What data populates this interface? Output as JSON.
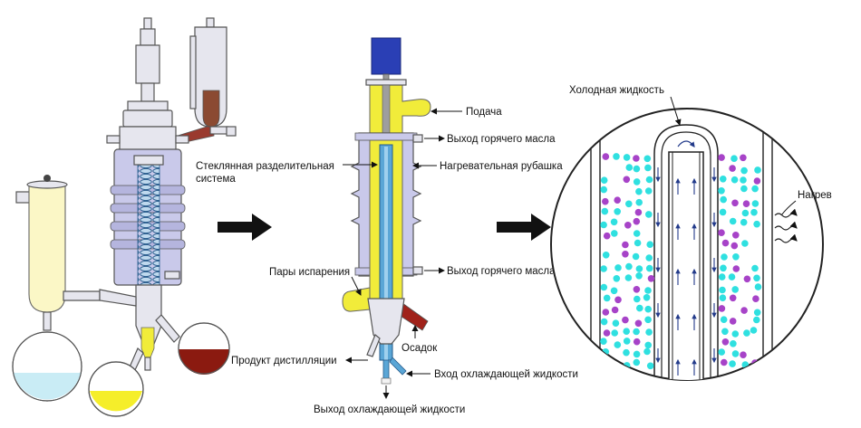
{
  "labels": {
    "feed": "Подача",
    "hot_oil_out_top": "Выход горячего масла",
    "glass_separation": "Стеклянная разделительная система",
    "glass_separation_line1": "Стеклянная разделительная",
    "glass_separation_line2": "система",
    "heating_jacket": "Нагревательная рубашка",
    "vapors": "Пары испарения",
    "hot_oil_out_bottom": "Выход горячего масла",
    "residue": "Осадок",
    "distillate": "Продукт дистилляции",
    "coolant_in": "Вход охлаждающей жидкости",
    "coolant_out": "Выход охлаждающей жидкости",
    "cold_liquid": "Холодная жидкость",
    "heating": "Нагрев"
  },
  "colors": {
    "glass": "#e6e6ee",
    "jacket": "#c9c9ea",
    "feed_yellow": "#f1ec3a",
    "residue_red": "#8b1a10",
    "coolant_blue": "#5aa6d6",
    "particle_cyan": "#2fe0e0",
    "particle_purple": "#a743c8",
    "motor_blue": "#2a3fb5"
  },
  "icons": {
    "flow_arrow": "right-arrow-icon"
  }
}
